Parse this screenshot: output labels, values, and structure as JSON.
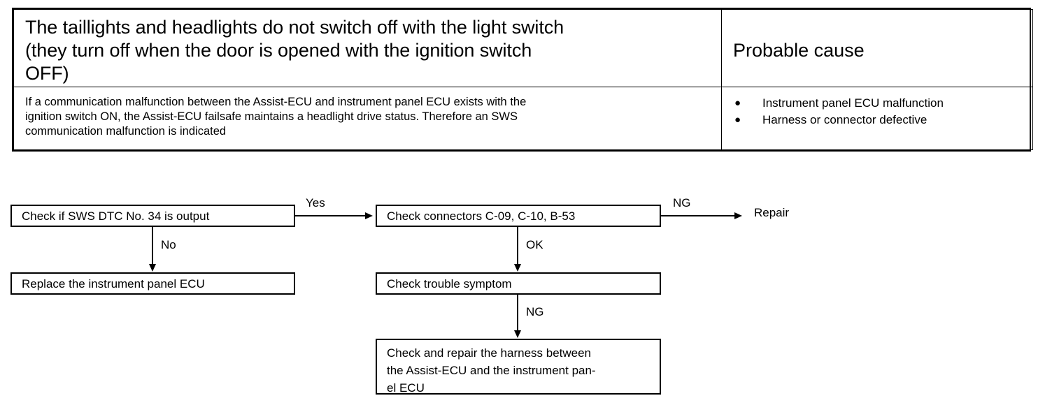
{
  "table": {
    "header": {
      "symptom": "The taillights and headlights do not switch off with the light switch (they turn off when the door is opened with the ignition switch OFF)",
      "symptom_line1": "The taillights and headlights do not switch off with the light switch",
      "symptom_line2": "(they turn off when the door is opened with the ignition switch",
      "symptom_line3": "OFF)",
      "probable_cause": "Probable cause"
    },
    "body": {
      "description_line1": "If a communication malfunction between the Assist-ECU and instrument panel ECU exists with the",
      "description_line2": "ignition switch ON, the Assist-ECU failsafe maintains a headlight drive status. Therefore an SWS",
      "description_line3": "communication malfunction is indicated",
      "causes": [
        {
          "bullet": "●",
          "text": "Instrument panel ECU malfunction"
        },
        {
          "bullet": "●",
          "text": "Harness or connector defective"
        }
      ]
    }
  },
  "flowchart": {
    "boxes": {
      "dtc_check": "Check if SWS DTC No. 34 is output",
      "connectors_check": "Check connectors C-09, C-10, B-53",
      "replace_ecu": "Replace the instrument panel ECU",
      "trouble_symptom": "Check trouble symptom",
      "harness_line1": "Check and repair the harness between",
      "harness_line2": "the Assist-ECU and the instrument pan-",
      "harness_line3": "el ECU"
    },
    "edge_labels": {
      "yes": "Yes",
      "no": "No",
      "ng_top": "NG",
      "ok": "OK",
      "ng_bottom": "NG"
    },
    "terminals": {
      "repair": "Repair"
    }
  },
  "colors": {
    "ink": "#000000",
    "paper": "#ffffff"
  }
}
